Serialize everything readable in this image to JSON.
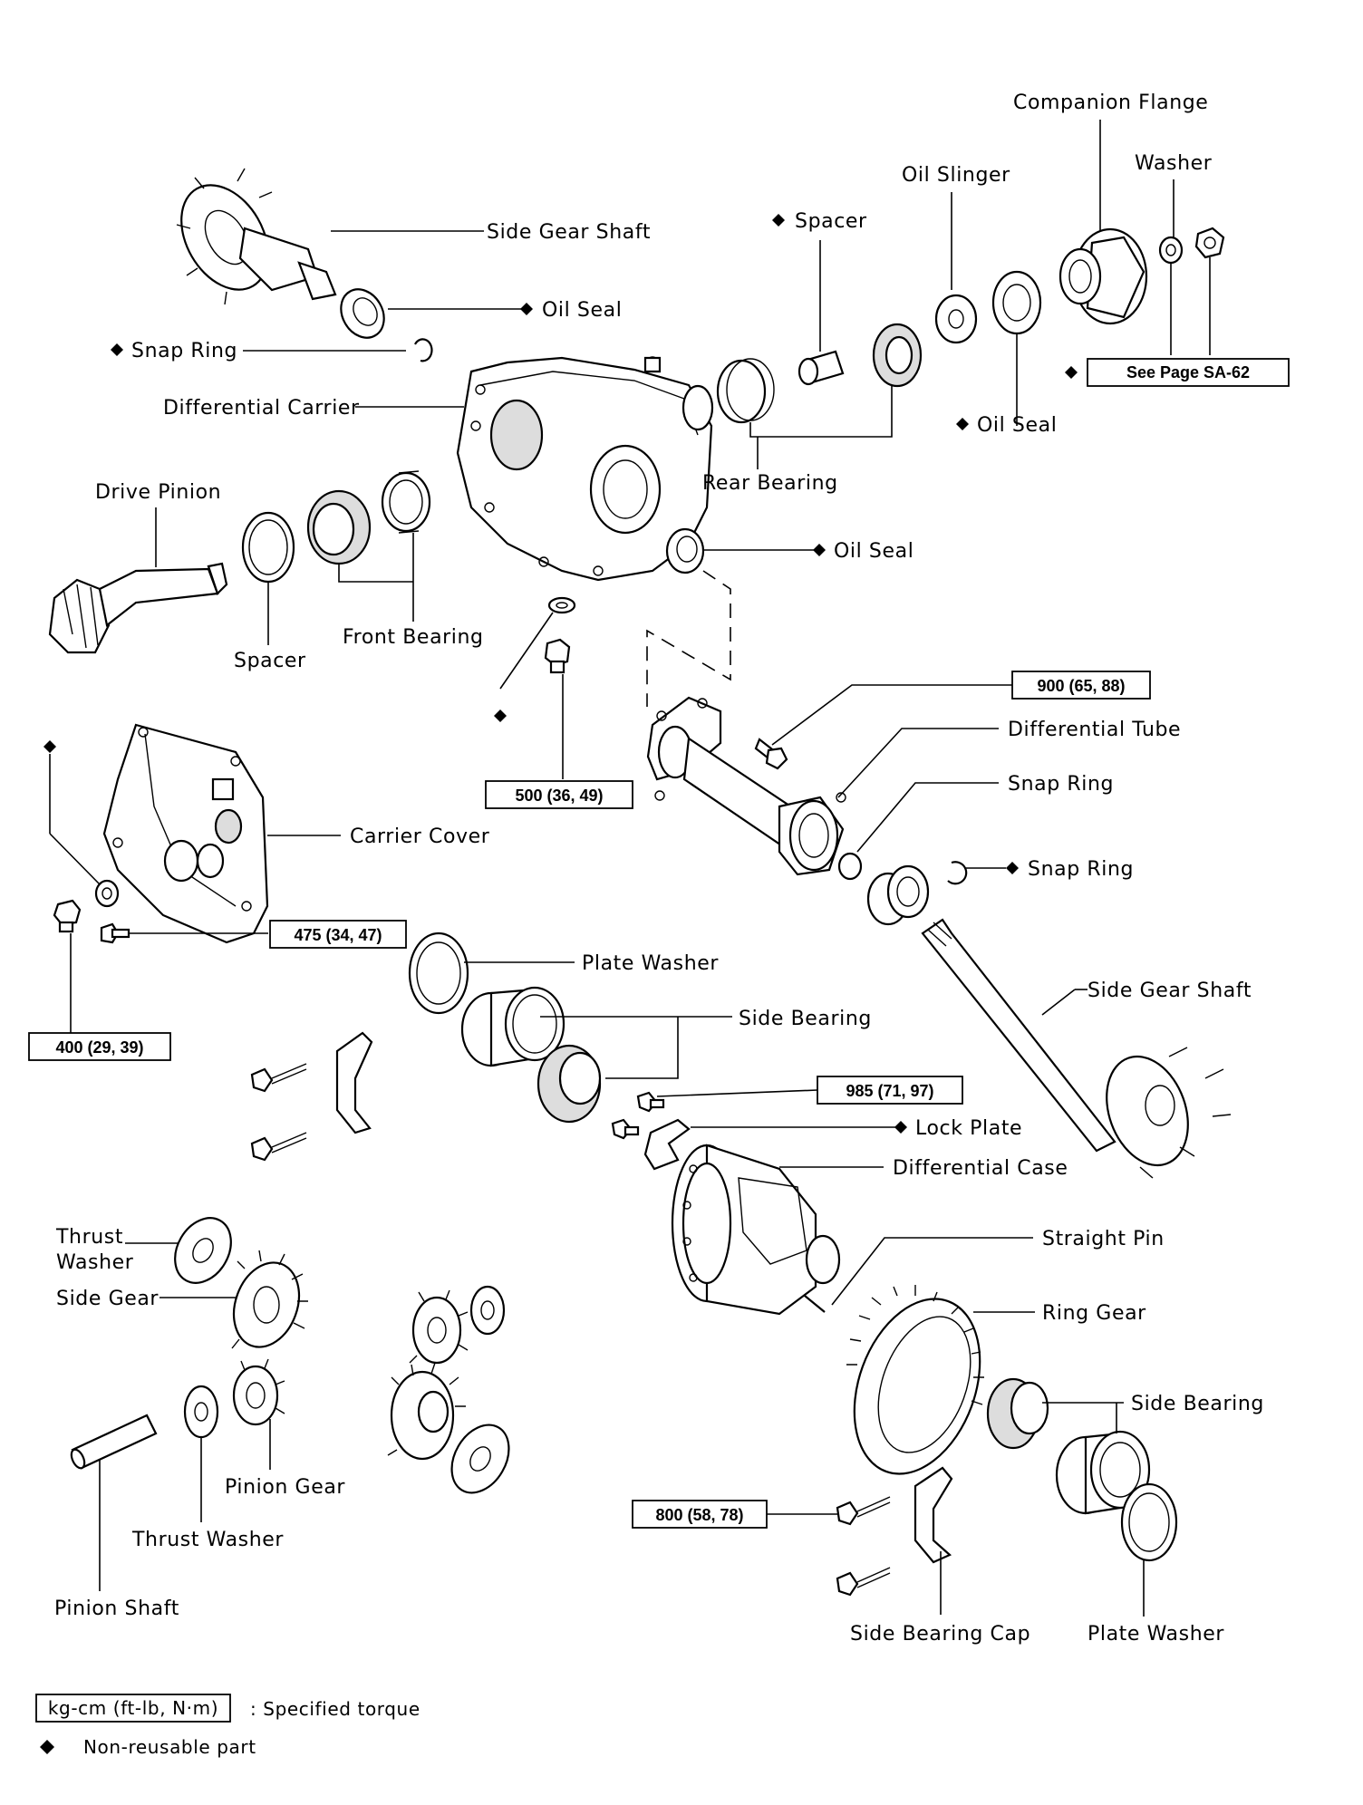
{
  "labels": {
    "side_gear_shaft_top": "Side Gear Shaft",
    "oil_seal_top": "Oil Seal",
    "snap_ring_top": "Snap Ring",
    "differential_carrier": "Differential Carrier",
    "drive_pinion": "Drive Pinion",
    "spacer_front": "Spacer",
    "front_bearing": "Front Bearing",
    "spacer_rear": "Spacer",
    "oil_slinger": "Oil Slinger",
    "companion_flange": "Companion Flange",
    "washer": "Washer",
    "see_page": "See Page SA-62",
    "oil_seal_flange": "Oil Seal",
    "rear_bearing": "Rear Bearing",
    "oil_seal_tube": "Oil Seal",
    "differential_tube": "Differential Tube",
    "snap_ring_tube": "Snap Ring",
    "snap_ring_shaft": "Snap Ring",
    "carrier_cover": "Carrier Cover",
    "plate_washer_top": "Plate Washer",
    "side_bearing_top": "Side Bearing",
    "side_gear_shaft_right": "Side Gear Shaft",
    "lock_plate": "Lock Plate",
    "differential_case": "Differential Case",
    "straight_pin": "Straight Pin",
    "ring_gear": "Ring Gear",
    "side_bearing_bottom": "Side Bearing",
    "thrust_washer_top_line1": "Thrust",
    "thrust_washer_top_line2": "Washer",
    "side_gear": "Side Gear",
    "pinion_gear": "Pinion Gear",
    "thrust_washer_bottom": "Thrust Washer",
    "pinion_shaft": "Pinion Shaft",
    "side_bearing_cap": "Side Bearing Cap",
    "plate_washer_bottom": "Plate Washer"
  },
  "torques": {
    "t900": "900 (65, 88)",
    "t500": "500 (36, 49)",
    "t475": "475 (34, 47)",
    "t400": "400 (29, 39)",
    "t985": "985 (71, 97)",
    "t800": "800 (58, 78)"
  },
  "legend": {
    "torque_key": "kg-cm (ft-lb, N·m)",
    "torque_desc": ": Specified torque",
    "nonreusable_desc": "Non-reusable part"
  }
}
